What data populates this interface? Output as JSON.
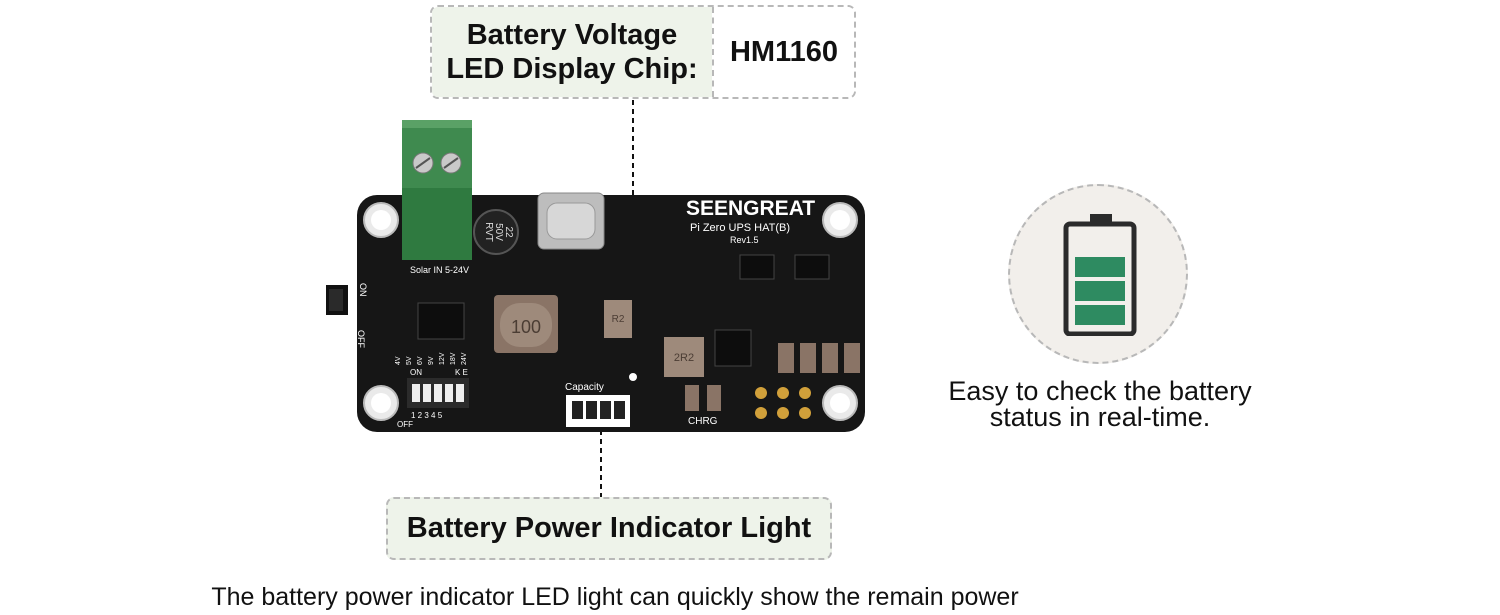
{
  "top_callout": {
    "label_line1": "Battery Voltage",
    "label_line2": "LED Display Chip:",
    "value": "HM1160"
  },
  "bottom_callout": {
    "label": "Battery Power Indicator Light"
  },
  "right_note": {
    "line1": "Easy to check the battery",
    "line2": "status in real-time."
  },
  "caption": "The battery power indicator LED light can quickly show the remain power",
  "board": {
    "brand": "SEENGREAT",
    "model": "Pi Zero UPS HAT(B)",
    "rev": "Rev1.5",
    "solar_label": "Solar IN 5-24V",
    "capacitor_text": [
      "22",
      "50V",
      "RVT"
    ],
    "inductor_text": "100",
    "chip_a_text": "R2",
    "chip_b_text": "2R2",
    "capacity_label": "Capacity",
    "chrg_label": "CHRG",
    "switch_on": "ON",
    "switch_off": "OFF",
    "dip_on": "ON",
    "dip_off": "OFF",
    "dip_ke": "K E",
    "dip_nums": "1 2 3 4 5",
    "volts": [
      "4V",
      "5V",
      "6V",
      "9V",
      "12V",
      "18V",
      "24V"
    ]
  },
  "colors": {
    "board": "#161616",
    "terminal": "#3f8a4f",
    "battery_fill": "#2e8b61",
    "battery_frame": "#2b2b2b",
    "callout_bg": "#eef3ea"
  },
  "icons": [
    "battery-icon"
  ]
}
